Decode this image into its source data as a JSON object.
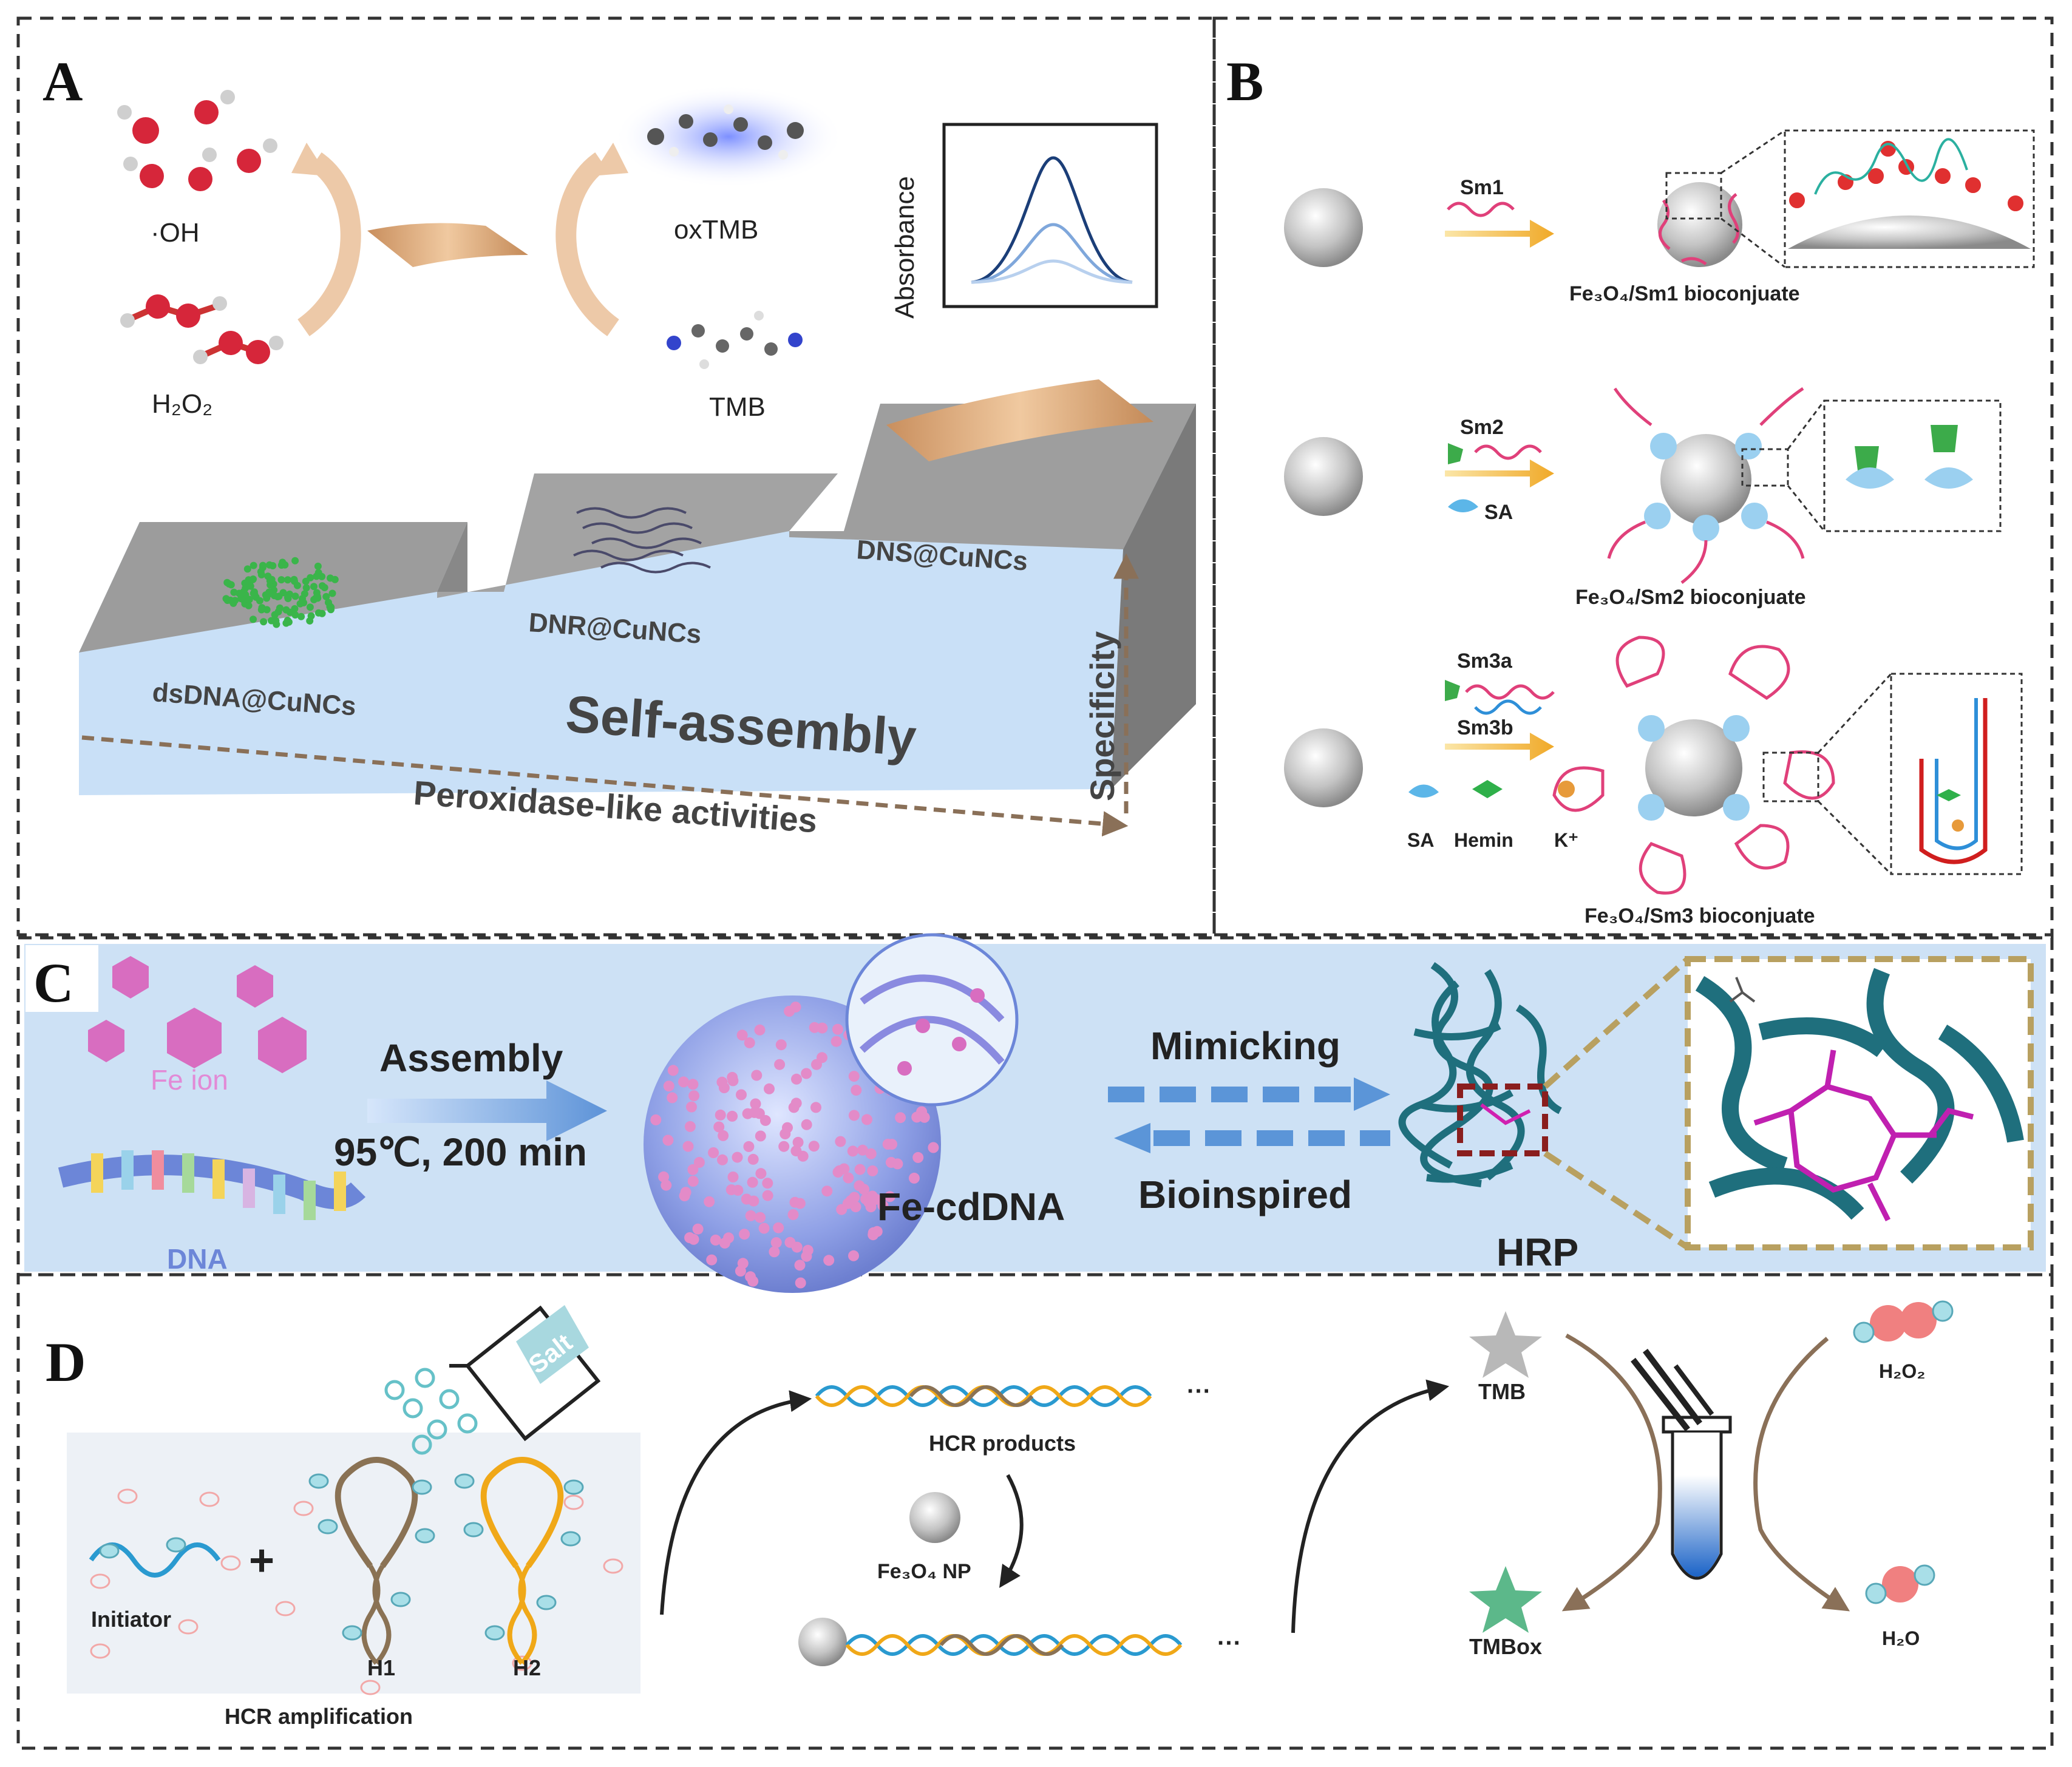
{
  "panels": {
    "a": {
      "letter": "A",
      "oh": "·OH",
      "h2o2": "H₂O₂",
      "oxtmb": "oxTMB",
      "tmb": "TMB",
      "absorbance": "Absorbance",
      "dsdna": "dsDNA@CuNCs",
      "dnr": "DNR@CuNCs",
      "dns": "DNS@CuNCs",
      "self_assembly": "Self-assembly",
      "peroxidase": "Peroxidase-like activities",
      "specificity": "Specificity"
    },
    "b": {
      "letter": "B",
      "sm1": "Sm1",
      "sm1_caption": "Fe₃O₄/Sm1 bioconjuate",
      "sm2": "Sm2",
      "sa": "SA",
      "sm2_caption": "Fe₃O₄/Sm2 bioconjuate",
      "sm3a": "Sm3a",
      "sm3b": "Sm3b",
      "sa2": "SA",
      "hemin": "Hemin",
      "k": "K⁺",
      "sm3_caption": "Fe₃O₄/Sm3 bioconjuate"
    },
    "c": {
      "letter": "C",
      "fe_ion": "Fe ion",
      "dna": "DNA",
      "assembly": "Assembly",
      "conditions": "95℃,  200 min",
      "fe_cddna": "Fe-cdDNA",
      "mimicking": "Mimicking",
      "bioinspired": "Bioinspired",
      "hrp": "HRP"
    },
    "d": {
      "letter": "D",
      "salt": "Salt",
      "initiator": "Initiator",
      "plus": "+",
      "h1": "H1",
      "h2": "H2",
      "hcr_amp": "HCR amplification",
      "hcr_products": "HCR products",
      "fe3o4_np": "Fe₃O₄ NP",
      "dots": "···",
      "tmb": "TMB",
      "tmbox": "TMBox",
      "h2o2": "H₂O₂",
      "h2o": "H₂O"
    }
  },
  "colors": {
    "border": "#333333",
    "blue_panel": "#cfe3f7",
    "step_top": "#9a9a9a",
    "step_side": "#7d7d7d",
    "copper": "#d7a67c",
    "pink": "#e05a8a",
    "teal": "#1f6f7d",
    "gold": "#b8a060",
    "arrow_gold": "#f0b23a"
  }
}
